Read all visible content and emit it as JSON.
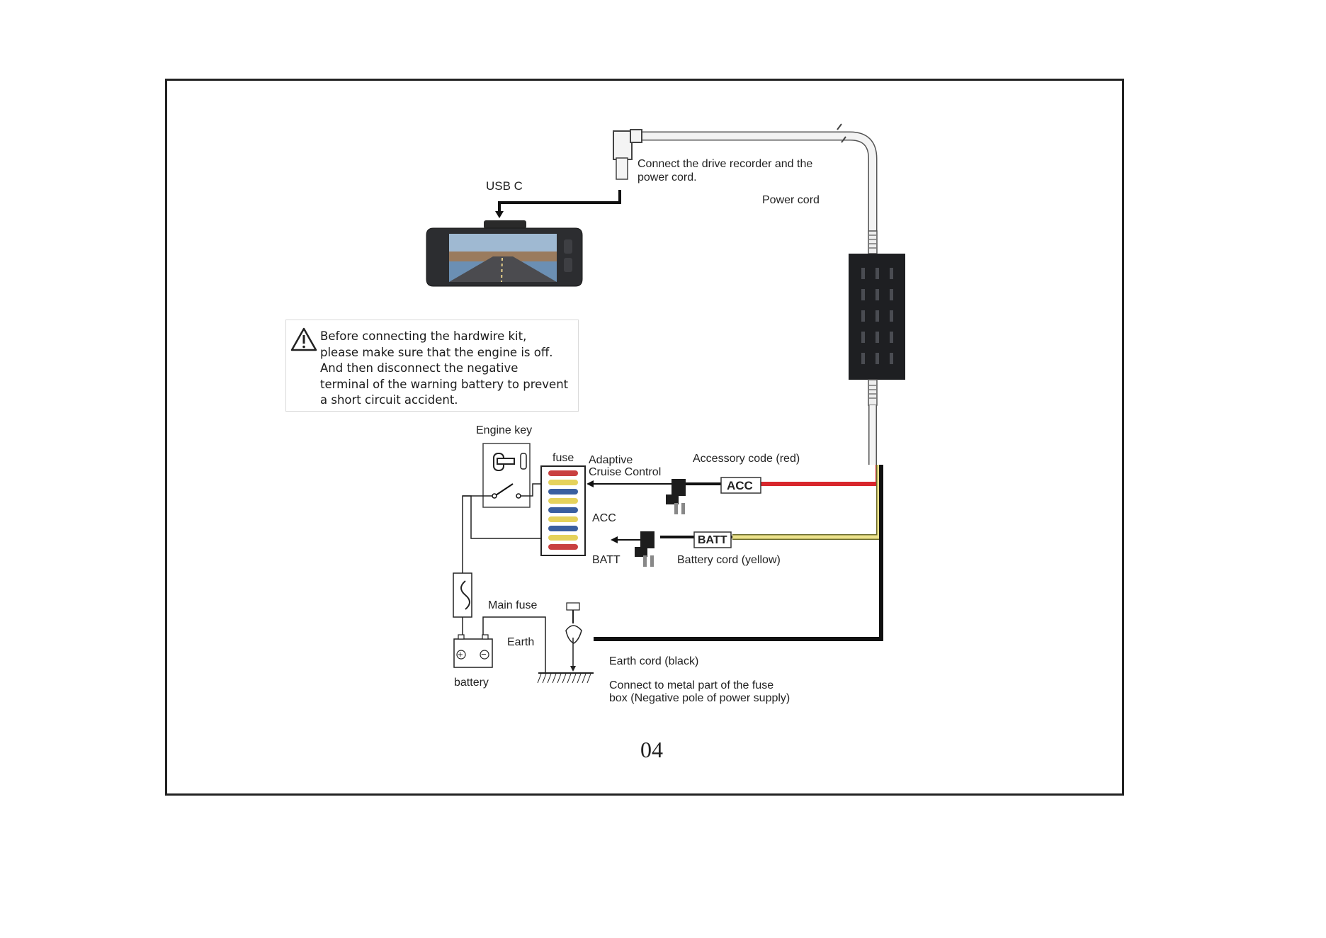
{
  "labels": {
    "usb_c": "USB C",
    "connect_recorder": [
      "Connect the drive recorder and the",
      "power cord."
    ],
    "power_cord": "Power cord",
    "engine_key": "Engine key",
    "fuse": "fuse",
    "adaptive_cruise": [
      "Adaptive",
      "Cruise Control"
    ],
    "accessory_cord": "Accessory code (red)",
    "acc_tag": "ACC",
    "acc_label": "ACC",
    "batt_tag": "BATT",
    "batt_label": "BATT",
    "battery_cord": "Battery cord (yellow)",
    "main_fuse": "Main fuse",
    "earth": "Earth",
    "earth_cord": "Earth cord (black)",
    "battery": "battery",
    "connect_metal": [
      "Connect to metal part of the fuse",
      "box (Negative pole of power supply)"
    ],
    "battery_plus": "+",
    "battery_minus": "−"
  },
  "warning": {
    "lines": [
      "Before connecting the hardwire kit,",
      "please make sure that the engine is off.",
      "And then disconnect the negative",
      "terminal of the warning battery to prevent",
      "a short circuit accident."
    ]
  },
  "page_number": "04",
  "colors": {
    "red_wire": "#d8262c",
    "yellow_wire": "#e9df86",
    "black_wire": "#1a1a1a",
    "cable_gray": "#e6e6e6",
    "module_dark": "#1e1f22"
  }
}
